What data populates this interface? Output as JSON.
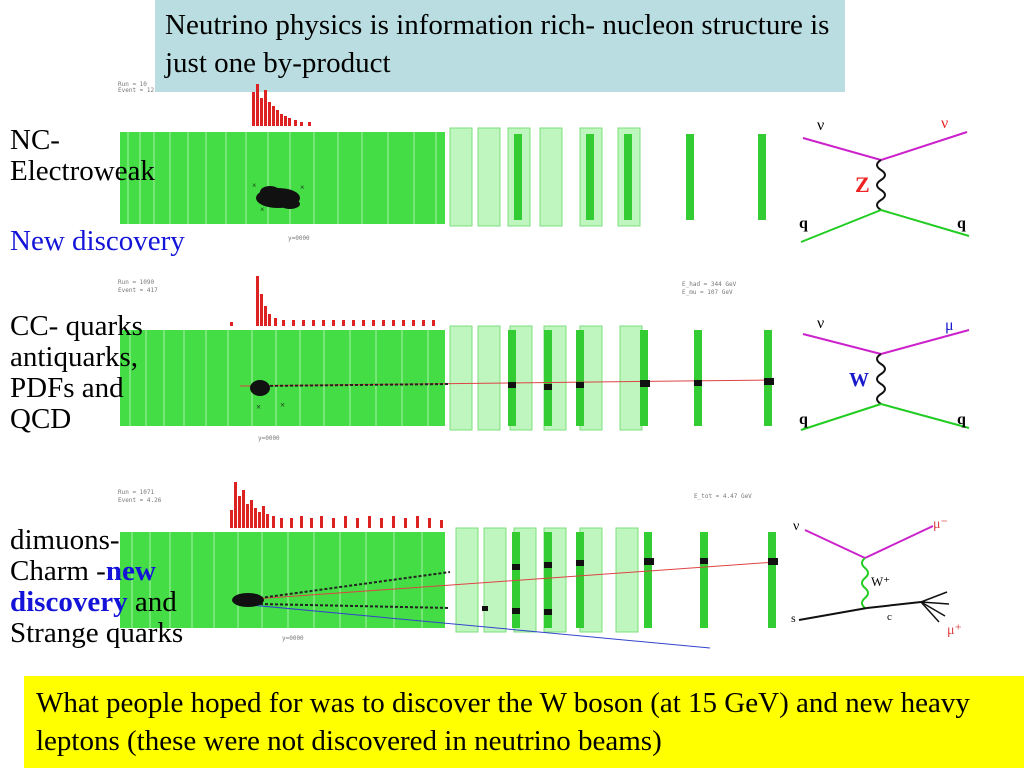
{
  "title": "Neutrino physics is information rich- nucleon structure is just one by-product",
  "sections": [
    {
      "id": "nc",
      "label_lines": [
        "NC-",
        "Electroweak"
      ],
      "note": "New discovery",
      "diagram": {
        "top_left": "ν",
        "top_right": "ν",
        "boson": "Z",
        "bottom_left": "q",
        "bottom_right": "q"
      }
    },
    {
      "id": "cc",
      "label_lines": [
        "CC- quarks",
        "antiquarks,",
        "PDFs and",
        "QCD"
      ],
      "diagram": {
        "top_left": "ν",
        "top_right": "μ",
        "boson": "W",
        "bottom_left": "q",
        "bottom_right": "q"
      }
    },
    {
      "id": "dimuon",
      "label_lines": [
        "dimuons-"
      ],
      "line2_prefix": "Charm -",
      "line2_highlight": "new",
      "line3_highlight": "discovery",
      "line3_suffix": " and",
      "line4": "Strange quarks",
      "diagram": {
        "top_left": "ν",
        "top_right": "μ⁻",
        "boson": "W⁺",
        "bottom_left": "s",
        "charm": "c",
        "bottom_right": "μ⁺"
      }
    }
  ],
  "footer": "What people hoped for was to discover the W boson (at 15 GeV) and new heavy leptons (these were not discovered in neutrino beams)",
  "colors": {
    "title_bg": "#b9dde0",
    "footer_bg": "#ffff00",
    "detector_green": "#33dd33",
    "histogram_red": "#dd2222",
    "fermion_line_magenta": "#cc22cc",
    "quark_line_green": "#22cc22",
    "boson_red": "#ee2222",
    "boson_blue": "#1818cc",
    "highlight_blue": "#1414d8"
  }
}
